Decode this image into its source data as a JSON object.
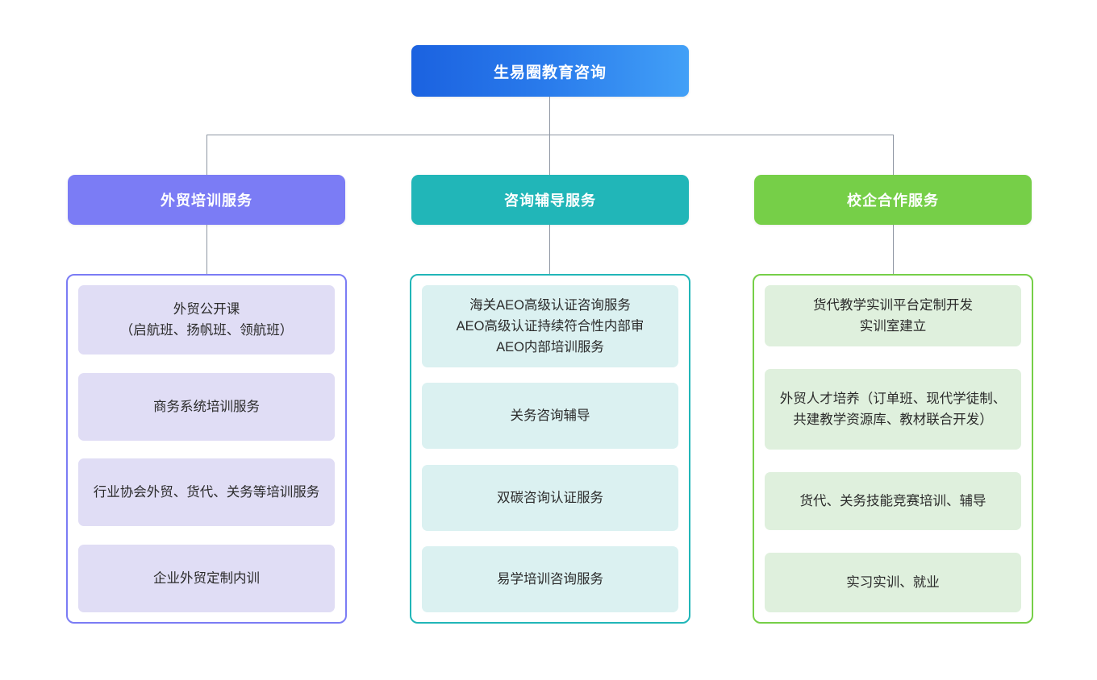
{
  "chart_data": {
    "type": "diagram",
    "diagram_kind": "organization-tree",
    "title": "生易圈教育咨询",
    "levels": 3
  },
  "root": {
    "label": "生易圈教育咨询",
    "color_start": "#1b62e0",
    "color_end": "#42a0f7"
  },
  "connector_color": "#8e96a3",
  "branches": [
    {
      "header": "外贸培训服务",
      "accent": "#7b7cf5",
      "chip_bg": "#e0ddf5",
      "items": [
        "外贸公开课\n（启航班、扬帆班、领航班）",
        "商务系统培训服务",
        "行业协会外贸、货代、关务等培训服务",
        "企业外贸定制内训"
      ]
    },
    {
      "header": "咨询辅导服务",
      "accent": "#21b6b8",
      "chip_bg": "#dbf1f1",
      "items": [
        "海关AEO高级认证咨询服务\nAEO高级认证持续符合性内部审\nAEO内部培训服务",
        "关务咨询辅导",
        "双碳咨询认证服务",
        "易学培训咨询服务"
      ]
    },
    {
      "header": "校企合作服务",
      "accent": "#76cf48",
      "chip_bg": "#dff0dd",
      "items": [
        "货代教学实训平台定制开发\n实训室建立",
        "外贸人才培养（订单班、现代学徒制、共建教学资源库、教材联合开发）",
        "货代、关务技能竞赛培训、辅导",
        "实习实训、就业"
      ]
    }
  ]
}
